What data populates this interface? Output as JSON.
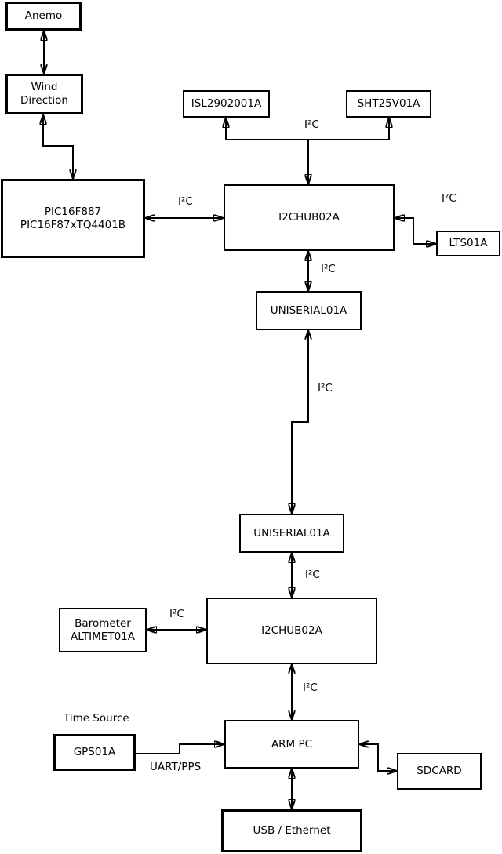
{
  "boxes": {
    "anemo": {
      "label": "Anemo"
    },
    "wind": {
      "label": "Wind\nDirection"
    },
    "pic": {
      "label": "PIC16F887\nPIC16F87xTQ4401B"
    },
    "isl": {
      "label": "ISL2902001A"
    },
    "sht": {
      "label": "SHT25V01A"
    },
    "i2c_hub_1": {
      "label": "I2CHUB02A"
    },
    "lts": {
      "label": "LTS01A"
    },
    "uniserial_1": {
      "label": "UNISERIAL01A"
    },
    "uniserial_2": {
      "label": "UNISERIAL01A"
    },
    "i2c_hub_2": {
      "label": "I2CHUB02A"
    },
    "barometer": {
      "label": "Barometer\nALTIMET01A"
    },
    "gps": {
      "label": "GPS01A"
    },
    "arm_pc": {
      "label": "ARM PC"
    },
    "sdcard": {
      "label": "SDCARD"
    },
    "usb_ethernet": {
      "label": "USB / Ethernet"
    }
  },
  "edge_labels": {
    "i2c_sensor_bus": "I²C",
    "i2c_pic_hub1": "I²C",
    "i2c_hub1_lts": "I²C",
    "i2c_hub1_uniserial1": "I²C",
    "i2c_uniserial_link": "I²C",
    "i2c_uniserial2_hub2": "I²C",
    "i2c_barometer_hub2": "I²C",
    "i2c_hub2_arm": "I²C",
    "uart_pps": "UART/PPS"
  },
  "captions": {
    "time_source": "Time Source"
  },
  "colors": {
    "line": "#000000",
    "background": "#ffffff"
  }
}
